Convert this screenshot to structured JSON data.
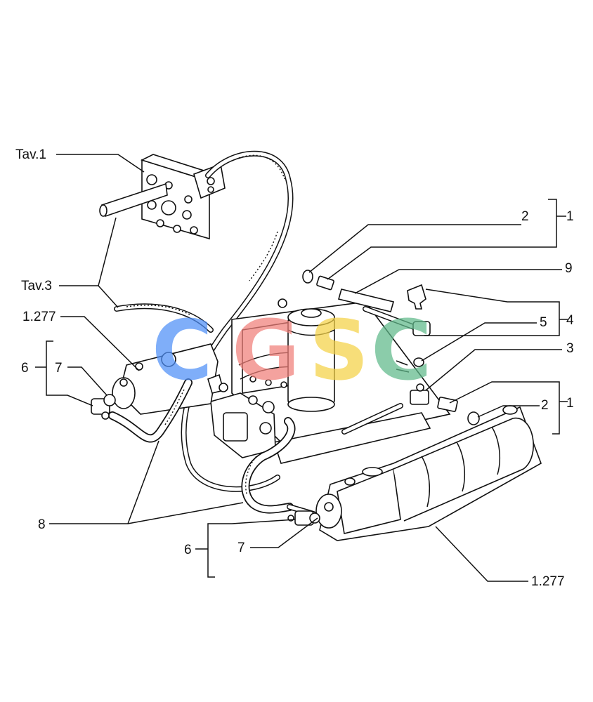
{
  "labels": {
    "tav1": "Tav.1",
    "tav3": "Tav.3",
    "ref_1277_left": "1.277",
    "ref_1277_right": "1.277",
    "n1_top": "1",
    "n1_bottom": "1",
    "n2_top": "2",
    "n2_bottom": "2",
    "n3": "3",
    "n4": "4",
    "n5": "5",
    "n6_left": "6",
    "n6_bottom": "6",
    "n7_left": "7",
    "n7_bottom": "7",
    "n8": "8",
    "n9": "9"
  },
  "watermark": {
    "letters": [
      "C",
      "G",
      "S",
      "C"
    ],
    "colors": [
      "#4f8ff7",
      "#f07f79",
      "#f5d246",
      "#5fb98a"
    ]
  }
}
